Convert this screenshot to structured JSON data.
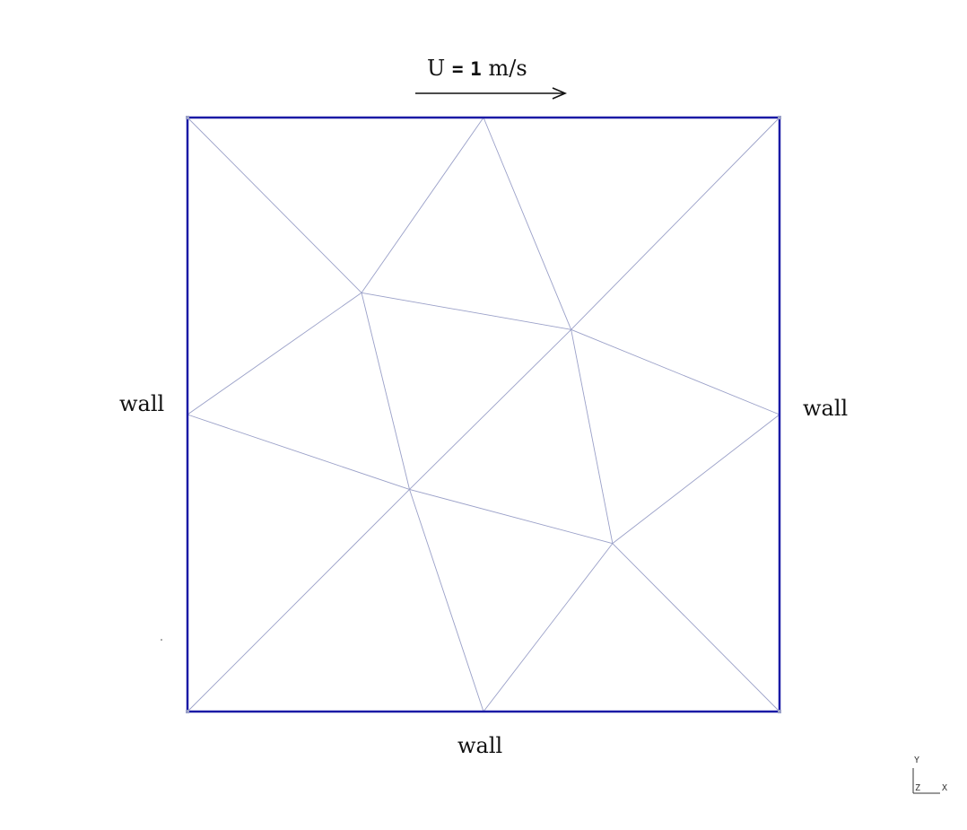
{
  "inlet": {
    "symbol": "U",
    "equals": "=",
    "value": "1",
    "unit": "m/s"
  },
  "boundaries": {
    "left": "wall",
    "right": "wall",
    "bottom": "wall"
  },
  "triad": {
    "y": "Y",
    "z": "Z",
    "x": "X"
  },
  "colors": {
    "boundary": "#1a1aa6",
    "mesh_edge": "#9aa0c8",
    "arrow": "#111111"
  },
  "mesh": {
    "domain": [
      0,
      1,
      0,
      1
    ],
    "nodes": [
      [
        0.0,
        1.0
      ],
      [
        0.5,
        1.0
      ],
      [
        1.0,
        1.0
      ],
      [
        0.0,
        0.5
      ],
      [
        1.0,
        0.5
      ],
      [
        0.0,
        0.0
      ],
      [
        0.5,
        0.0
      ],
      [
        1.0,
        0.0
      ],
      [
        0.294,
        0.705
      ],
      [
        0.648,
        0.643
      ],
      [
        0.375,
        0.374
      ],
      [
        0.718,
        0.283
      ]
    ],
    "edges": [
      [
        0,
        8
      ],
      [
        8,
        1
      ],
      [
        1,
        9
      ],
      [
        2,
        9
      ],
      [
        8,
        3
      ],
      [
        8,
        9
      ],
      [
        9,
        4
      ],
      [
        8,
        10
      ],
      [
        9,
        10
      ],
      [
        9,
        11
      ],
      [
        3,
        10
      ],
      [
        10,
        11
      ],
      [
        11,
        4
      ],
      [
        5,
        10
      ],
      [
        10,
        6
      ],
      [
        6,
        11
      ],
      [
        11,
        7
      ]
    ]
  }
}
